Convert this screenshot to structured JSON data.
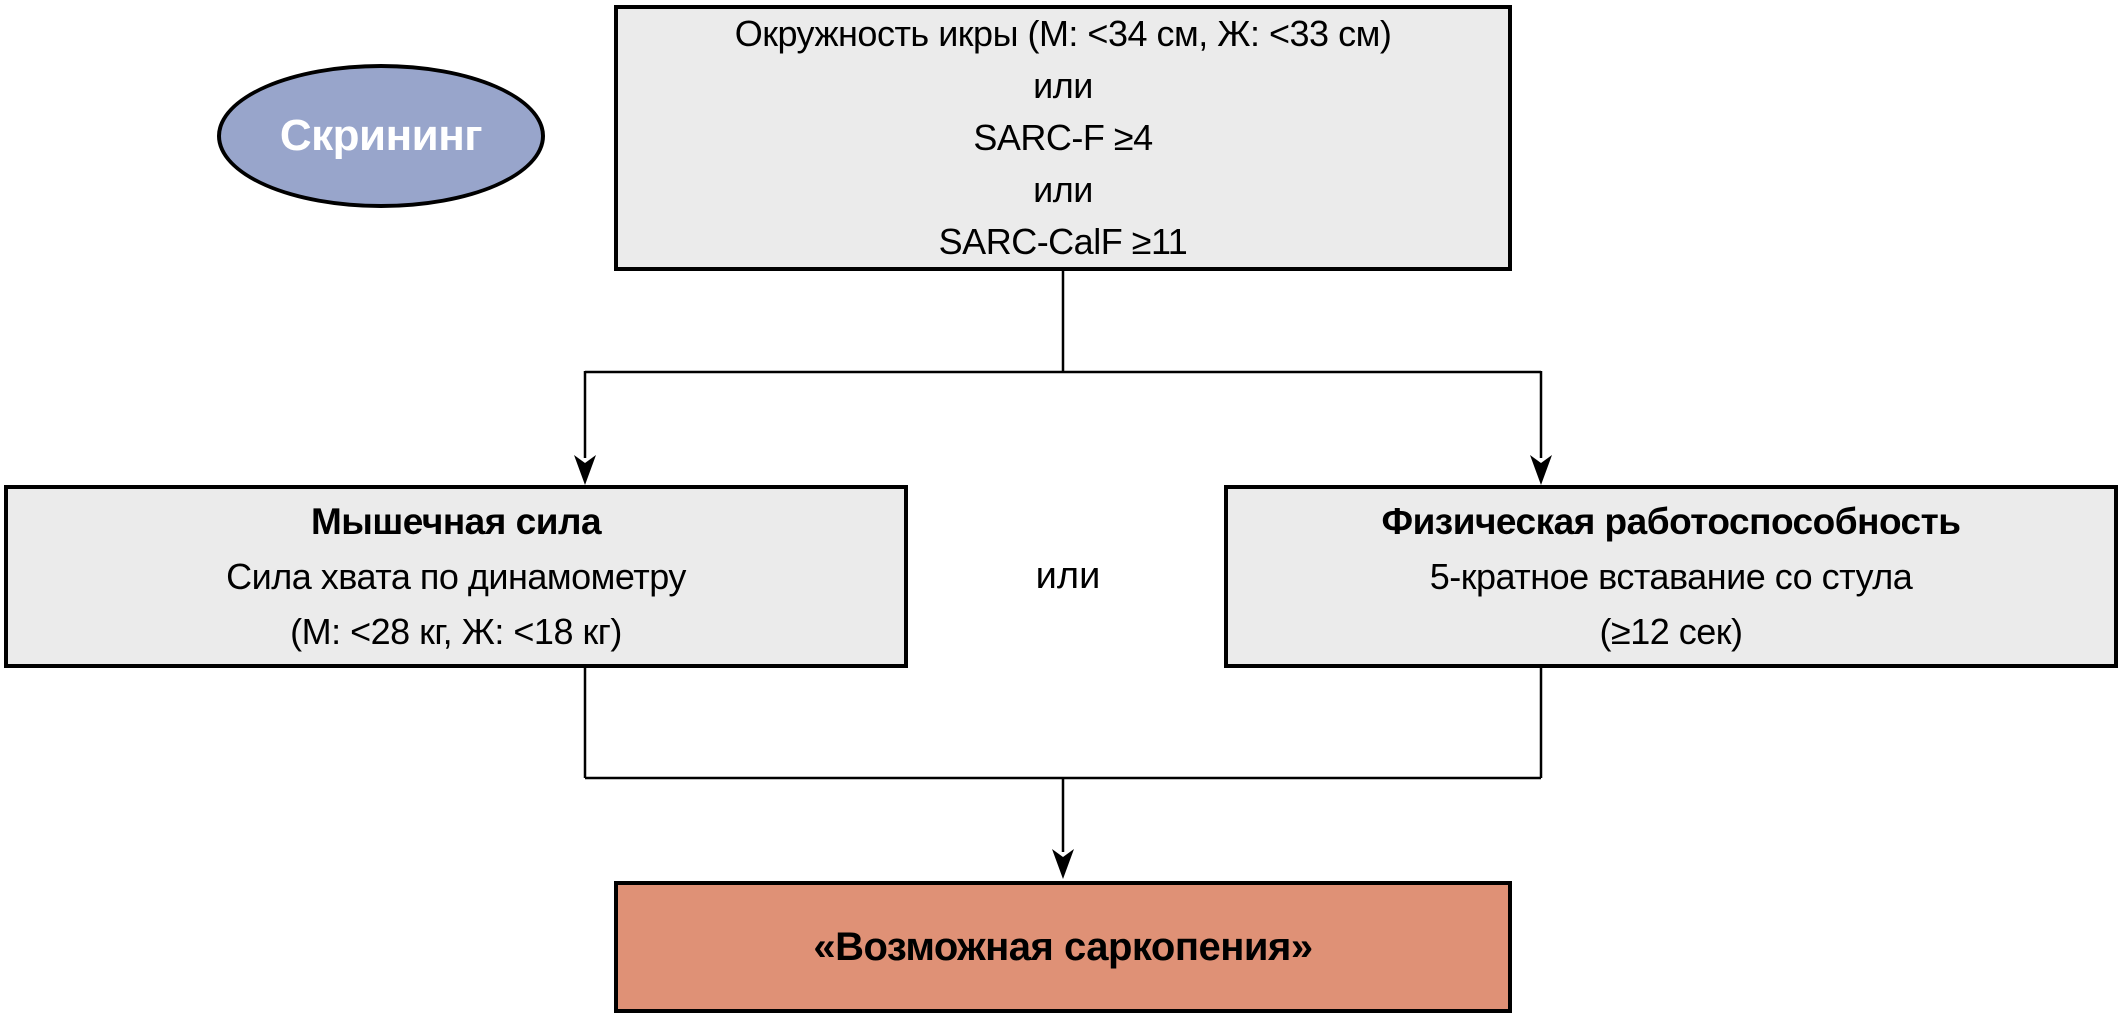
{
  "diagram": {
    "screening": {
      "label": "Скрининг",
      "fill_color": "#98a5cb",
      "text_color": "#ffffff"
    },
    "criteria_box": {
      "fill_color": "#ebebeb",
      "lines": [
        "Окружность икры (М: <34 см, Ж: <33 см)",
        "или",
        "SARC-F ≥4",
        "или",
        "SARC-CalF ≥11"
      ]
    },
    "strength_box": {
      "fill_color": "#ebebeb",
      "title": "Мышечная сила",
      "line1": "Сила хвата по динамометру",
      "line2": "(М: <28 кг, Ж: <18 кг)"
    },
    "or_label": "или",
    "performance_box": {
      "fill_color": "#ebebeb",
      "title": "Физическая работоспособность",
      "line1": "5-кратное вставание со стула",
      "line2": "(≥12 сек)"
    },
    "result_box": {
      "fill_color": "#df9176",
      "label": "«Возможная саркопения»"
    },
    "line_color": "#000000"
  }
}
